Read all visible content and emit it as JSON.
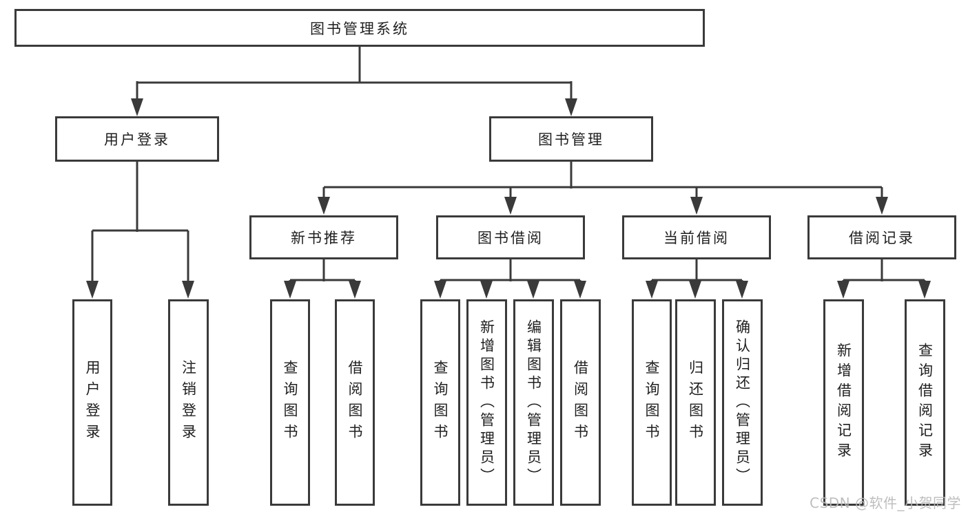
{
  "title": "图书管理系统",
  "watermark": "CSDN @软件_小贺同学",
  "colors": {
    "line": "#3a3a3a",
    "box_border": "#3a3a3a",
    "text": "#1f1f1f",
    "watermark": "#b9b9b9",
    "background": "#ffffff"
  },
  "nodes": {
    "root": {
      "label": "图书管理系统"
    },
    "user_login": {
      "label": "用户登录"
    },
    "book_mgmt": {
      "label": "图书管理"
    },
    "new_book_rec": {
      "label": "新书推荐"
    },
    "book_borrow": {
      "label": "图书借阅"
    },
    "current_borrow": {
      "label": "当前借阅"
    },
    "borrow_record": {
      "label": "借阅记录"
    },
    "leaf_user_login": {
      "label": "用户登录"
    },
    "leaf_logout": {
      "label": "注销登录"
    },
    "leaf_query_book_1": {
      "label": "查询图书"
    },
    "leaf_borrow_book_1": {
      "label": "借阅图书"
    },
    "leaf_query_book_2": {
      "label": "查询图书"
    },
    "leaf_add_book": {
      "label": "新增图书（管理员）"
    },
    "leaf_edit_book": {
      "label": "编辑图书（管理员）"
    },
    "leaf_borrow_book_2": {
      "label": "借阅图书"
    },
    "leaf_query_book_3": {
      "label": "查询图书"
    },
    "leaf_return_book": {
      "label": "归还图书"
    },
    "leaf_confirm_return": {
      "label": "确认归还（管理员）"
    },
    "leaf_add_record": {
      "label": "新增借阅记录"
    },
    "leaf_query_record": {
      "label": "查询借阅记录"
    }
  },
  "hierarchy": {
    "图书管理系统": {
      "用户登录": [
        "用户登录",
        "注销登录"
      ],
      "图书管理": {
        "新书推荐": [
          "查询图书",
          "借阅图书"
        ],
        "图书借阅": [
          "查询图书",
          "新增图书（管理员）",
          "编辑图书（管理员）",
          "借阅图书"
        ],
        "当前借阅": [
          "查询图书",
          "归还图书",
          "确认归还（管理员）"
        ],
        "借阅记录": [
          "新增借阅记录",
          "查询借阅记录"
        ]
      }
    }
  }
}
